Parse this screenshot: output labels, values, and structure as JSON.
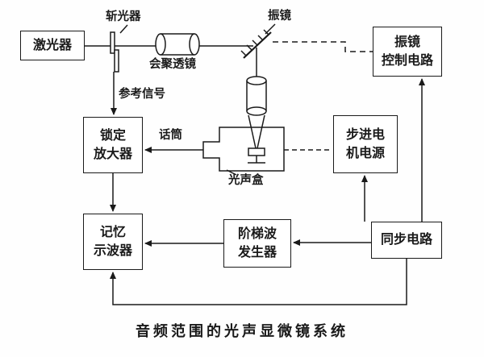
{
  "caption": "音频范围的光声显微镜系统",
  "boxes": {
    "laser": "激光器",
    "galvo_control": "振镜\n控制电路",
    "lockin_amplifier": "锁定\n放大器",
    "stepper_power": "步进电\n机电源",
    "memory_oscilloscope": "记忆\n示波器",
    "staircase_generator": "阶梯波\n发生器",
    "sync_circuit": "同步电路"
  },
  "labels": {
    "chopper": "斩光器",
    "converging_lens": "会聚透镜",
    "galvo_mirror": "振镜",
    "reference_signal": "参考信号",
    "microphone": "话筒",
    "photoacoustic_cell": "光声盒"
  },
  "colors": {
    "line": "#1a1a1a",
    "background": "#ffffff"
  }
}
